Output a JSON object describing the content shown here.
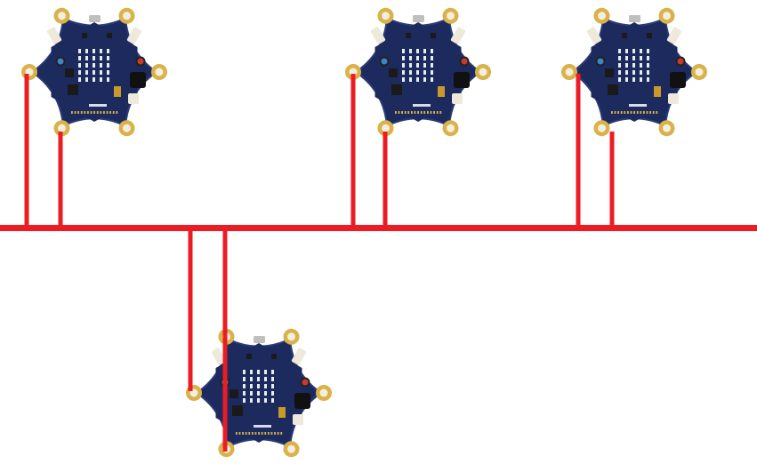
{
  "colors": {
    "background": "#ffffff",
    "wire": "#ec1c24",
    "board": "#1c2a5e",
    "board_edge": "#2a3b78",
    "pad": "#d9b24a",
    "pad_hole": "#f4eede",
    "chip": "#1a1a1a",
    "connector": "#bfbfbf",
    "led": "#e8ecf5",
    "button_blue": "#3a86c8",
    "button_red": "#c83a2e",
    "buzzer": "#111111",
    "component_gold": "#c89a2a"
  },
  "icons": {
    "board": "calliope-mini-board-icon",
    "pad": "contact-pad-icon",
    "wire": "wire"
  },
  "boards": [
    {
      "id": "board-1",
      "label": ""
    },
    {
      "id": "board-2",
      "label": ""
    },
    {
      "id": "board-3",
      "label": ""
    },
    {
      "id": "board-4",
      "label": ""
    }
  ]
}
